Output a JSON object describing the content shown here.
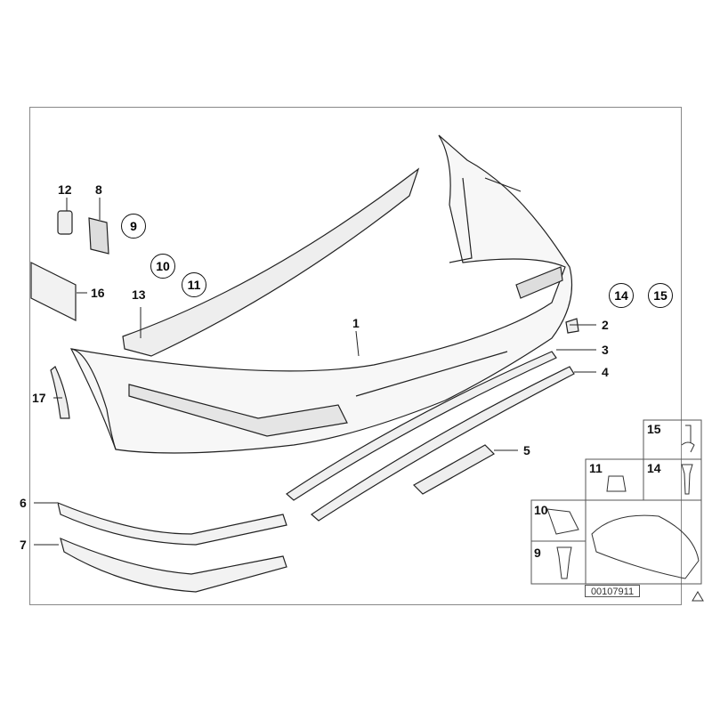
{
  "diagram_number": "00107911",
  "callouts": {
    "p1": "1",
    "p2": "2",
    "p3": "3",
    "p4": "4",
    "p5": "5",
    "p6": "6",
    "p7": "7",
    "p8": "8",
    "p12": "12",
    "p13": "13",
    "p16": "16",
    "p17": "17"
  },
  "circled": {
    "c9": "9",
    "c10": "10",
    "c11": "11",
    "c14": "14",
    "c15": "15"
  },
  "hardware_grid": {
    "h15": "15",
    "h11": "11",
    "h14": "14",
    "h10": "10",
    "h9": "9"
  },
  "warning_icon": "triangle-icon"
}
